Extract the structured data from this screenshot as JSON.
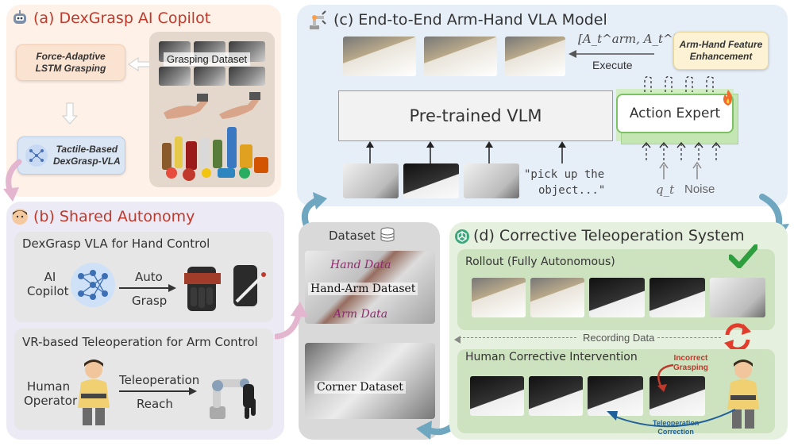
{
  "colors": {
    "panel_a": "#fdf1e8",
    "panel_b": "#eceaf4",
    "panel_c": "#e6eef8",
    "panel_d": "#e6f0de",
    "panel_dataset": "#d9d9d9",
    "tag_red": "#c0392b",
    "check_green": "#2e9e3e",
    "cycle_red": "#e23c2c",
    "correction_blue": "#1f5f9a",
    "arrow_teal": "#6fa7c0",
    "arrow_pink": "#e3b5cf"
  },
  "panel_a": {
    "title": "(a) DexGrasp AI Copilot",
    "lstm_label_line1": "Force-Adaptive",
    "lstm_label_line2": "LSTM Grasping",
    "dataset_label": "Grasping Dataset",
    "vla_label_line1": "Tactile-Based",
    "vla_label_line2": "DexGrasp-VLA"
  },
  "panel_b": {
    "title": "(b) Shared Autonomy",
    "hand_section_title": "DexGrasp VLA for Hand Control",
    "ai_label_line1": "AI",
    "ai_label_line2": "Copilot",
    "arrow_top": "Auto",
    "arrow_bottom": "Grasp",
    "arm_section_title": "VR-based Teleoperation for Arm Control",
    "human_line1": "Human",
    "human_line2": "Operator",
    "tele_top": "Teleoperation",
    "tele_bottom": "Reach"
  },
  "panel_c": {
    "title": "(c) End-to-End  Arm-Hand VLA Model",
    "action_formula": "[A_t^arm, A_t^hand]",
    "execute_label": "Execute",
    "feature_line1": "Arm-Hand Feature",
    "feature_line2": "Enhancement",
    "vlm_label": "Pre-trained VLM",
    "expert_label": "Action Expert",
    "prompt_line1": "\"pick up the",
    "prompt_line2": "object...\"",
    "qt_label": "q_t",
    "noise_label": "Noise"
  },
  "dataset_panel": {
    "title": "Dataset",
    "hand_data": "Hand Data",
    "hand_arm": "Hand-Arm Dataset",
    "arm_data": "Arm Data",
    "corner": "Corner Dataset"
  },
  "panel_d": {
    "title": "(d) Corrective Teleoperation System",
    "rollout_label": "Rollout (Fully Autonomous)",
    "recording_label": "Recording Data",
    "intervention_label": "Human Corrective Intervention",
    "incorrect_line1": "Incorrect",
    "incorrect_line2": "Grasping",
    "correction_line1": "Teleoperation",
    "correction_line2": "Correction"
  }
}
